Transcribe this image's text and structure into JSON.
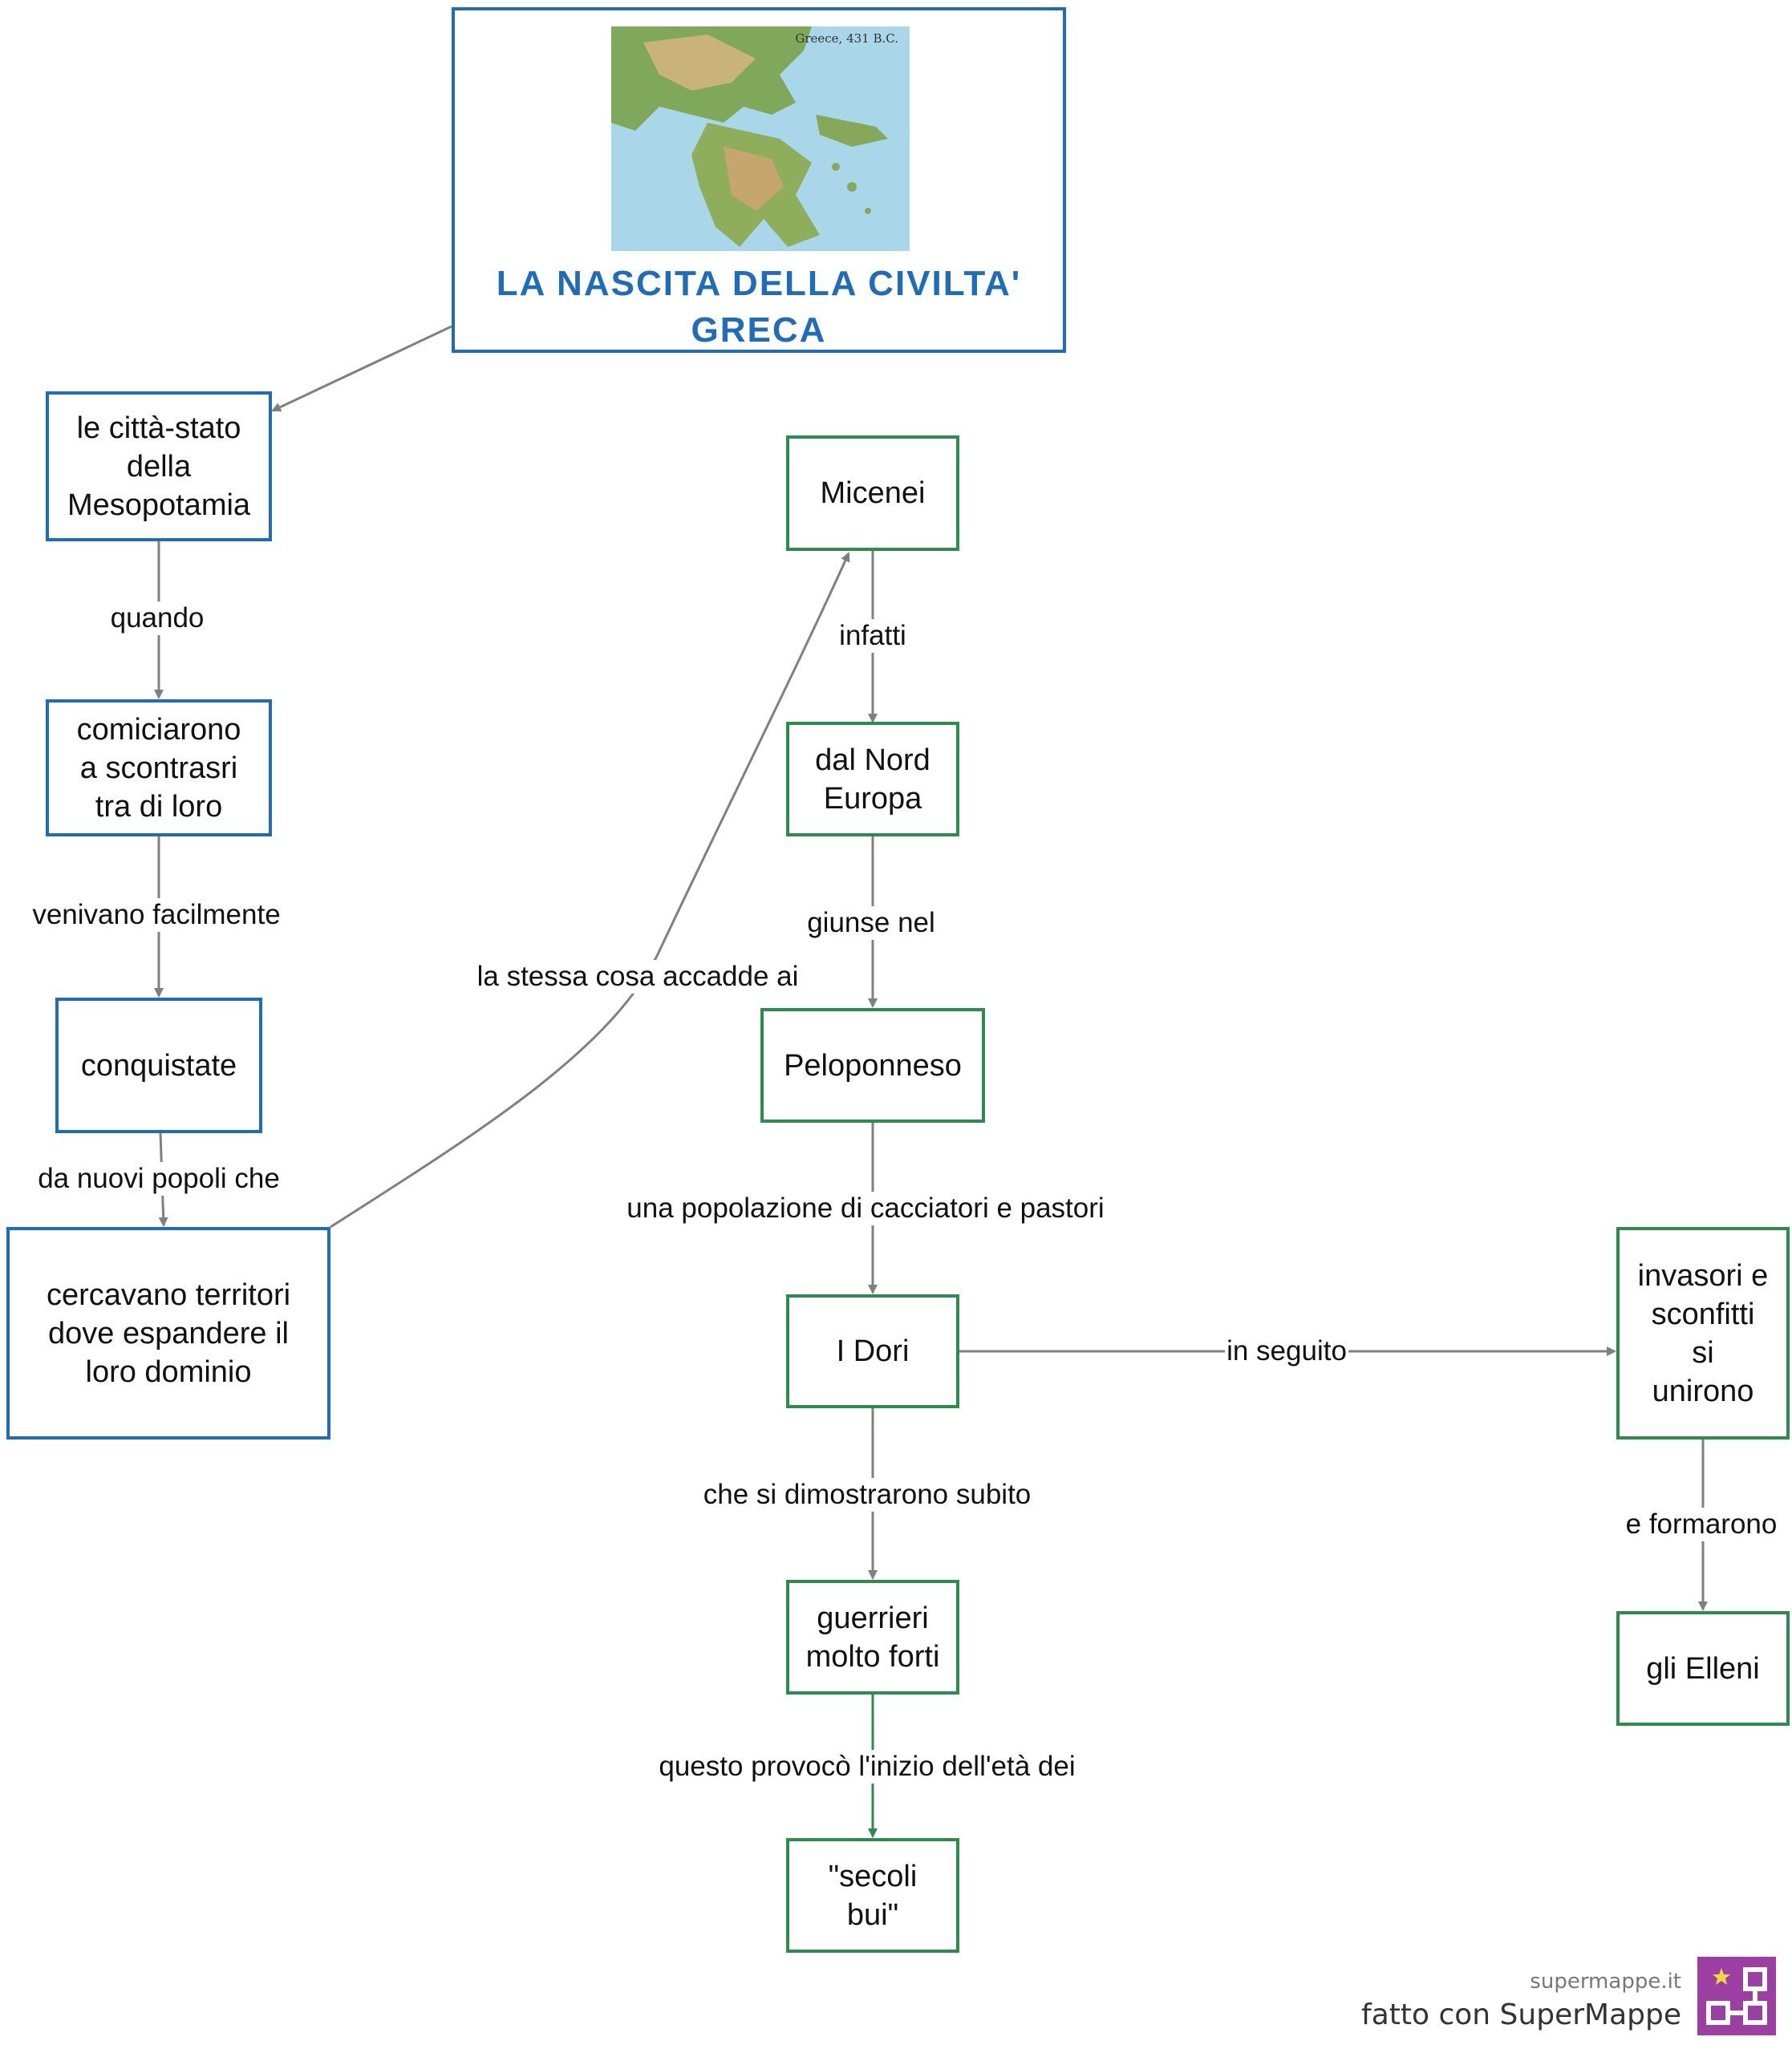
{
  "title": {
    "text": "LA  NASCITA  DELLA  CIVILTA'\nGRECA",
    "map_caption": "Greece, 431 B.C."
  },
  "nodes": {
    "citta_stato": "le città-stato\ndella\nMesopotamia",
    "comiciarono": "comiciarono\na scontrasri\ntra di loro",
    "conquistate": "conquistate",
    "cercavano": "cercavano territori\ndove espandere il\nloro dominio",
    "micenei": "Micenei",
    "nord_europa": "dal Nord\nEuropa",
    "peloponneso": "Peloponneso",
    "dori": "I Dori",
    "guerrieri": "guerrieri\nmolto forti",
    "secoli_bui": "\"secoli\nbui\"",
    "invasori": "invasori e\nsconfitti\nsi\nunirono",
    "elleni": "gli Elleni"
  },
  "links": {
    "quando": "quando",
    "venivano": "venivano facilmente",
    "da_nuovi": "da nuovi popoli che",
    "stessa_cosa": "la stessa  cosa  accadde ai",
    "infatti": "infatti",
    "giunse": "giunse nel",
    "popolazione": "una popolazione di cacciatori e pastori",
    "dimostrarono": "che si dimostrarono subito",
    "provoco": "questo provocò l'inizio dell'età dei",
    "in_seguito": "in seguito",
    "formarono": "e formarono"
  },
  "footer": {
    "site": "supermappe.it",
    "made_with": "fatto con SuperMappe"
  },
  "colors": {
    "blue": "#1f6cb8",
    "green": "#2e8b4e",
    "arrow": "#808080",
    "logo": "#9b3fa3"
  }
}
